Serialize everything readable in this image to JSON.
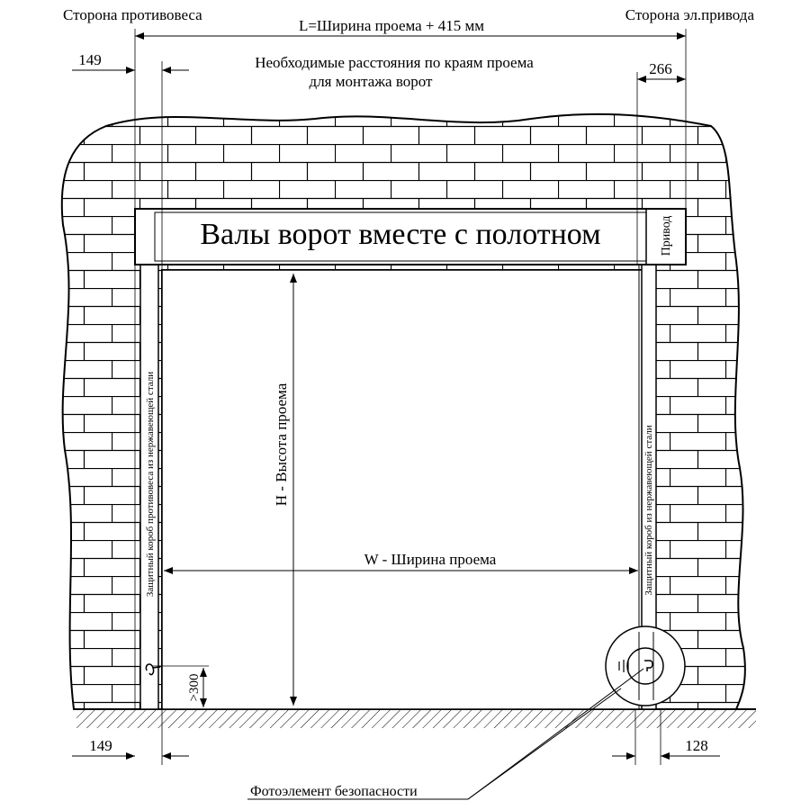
{
  "header": {
    "counterweight_side": "Сторона противовеса",
    "drive_side": "Сторона эл.привода",
    "total_length": "L=Ширина проема + 415 мм",
    "note_line1": "Необходимые расстояния по краям проема",
    "note_line2": "для монтажа ворот"
  },
  "dimensions": {
    "top_left": "149",
    "top_right": "266",
    "bottom_left": "149",
    "bottom_right": "128",
    "photo_height": ">300"
  },
  "labels": {
    "drum_box": "Валы ворот вместе с полотном",
    "drive_box": "Привод",
    "height": "H - Высота проема",
    "width": "W - Ширина проема",
    "left_guide": "Защитный короб противовеса из нержавеющей стали",
    "right_guide": "Защитный короб из нержавеющей стали",
    "photocell": "Фотоэлемент безопасности"
  }
}
